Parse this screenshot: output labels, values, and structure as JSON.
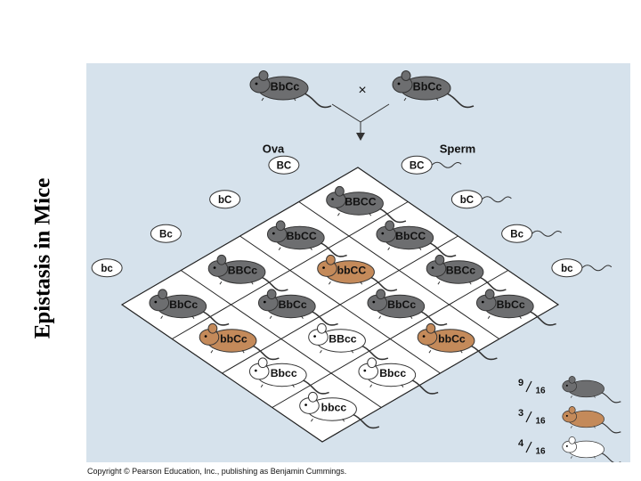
{
  "title": "Epistasis in Mice",
  "copyright": "Copyright © Pearson Education, Inc., publishing as Benjamin Cummings.",
  "cross": {
    "parent_left": "BbCc",
    "parent_right": "BbCc",
    "symbol": "×"
  },
  "labels": {
    "ova": "Ova",
    "sperm": "Sperm"
  },
  "gametes": {
    "ova": [
      "BC",
      "bC",
      "Bc",
      "bc"
    ],
    "sperm": [
      "BC",
      "bC",
      "Bc",
      "bc"
    ]
  },
  "grid": [
    [
      "BBCC",
      "BbCC",
      "BBCc",
      "BbCc"
    ],
    [
      "BbCC",
      "bbCC",
      "BbCc",
      "bbCc"
    ],
    [
      "BBCc",
      "BbCc",
      "BBcc",
      "Bbcc"
    ],
    [
      "BbCc",
      "bbCc",
      "Bbcc",
      "bbcc"
    ]
  ],
  "phenotype_colors": {
    "black": "#6d6e70",
    "brown": "#c48a5a",
    "white": "#ffffff"
  },
  "ratios": [
    {
      "num": "9",
      "den": "16",
      "phenotype": "black"
    },
    {
      "num": "3",
      "den": "16",
      "phenotype": "brown"
    },
    {
      "num": "4",
      "den": "16",
      "phenotype": "white"
    }
  ]
}
